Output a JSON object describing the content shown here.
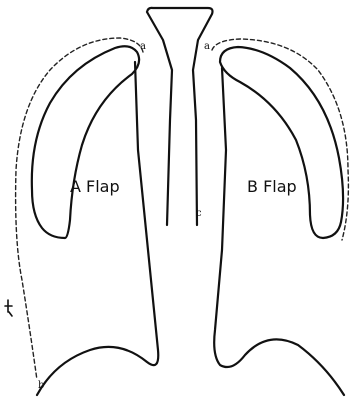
{
  "labels": {
    "flap_a": "A Flap",
    "flap_b": "B Flap",
    "mark_a_top": "a",
    "mark_b_top": "a",
    "mark_c": "c",
    "mark_b_bottom": "b"
  },
  "colors": {
    "ink": "#111111",
    "background": "#ffffff"
  }
}
